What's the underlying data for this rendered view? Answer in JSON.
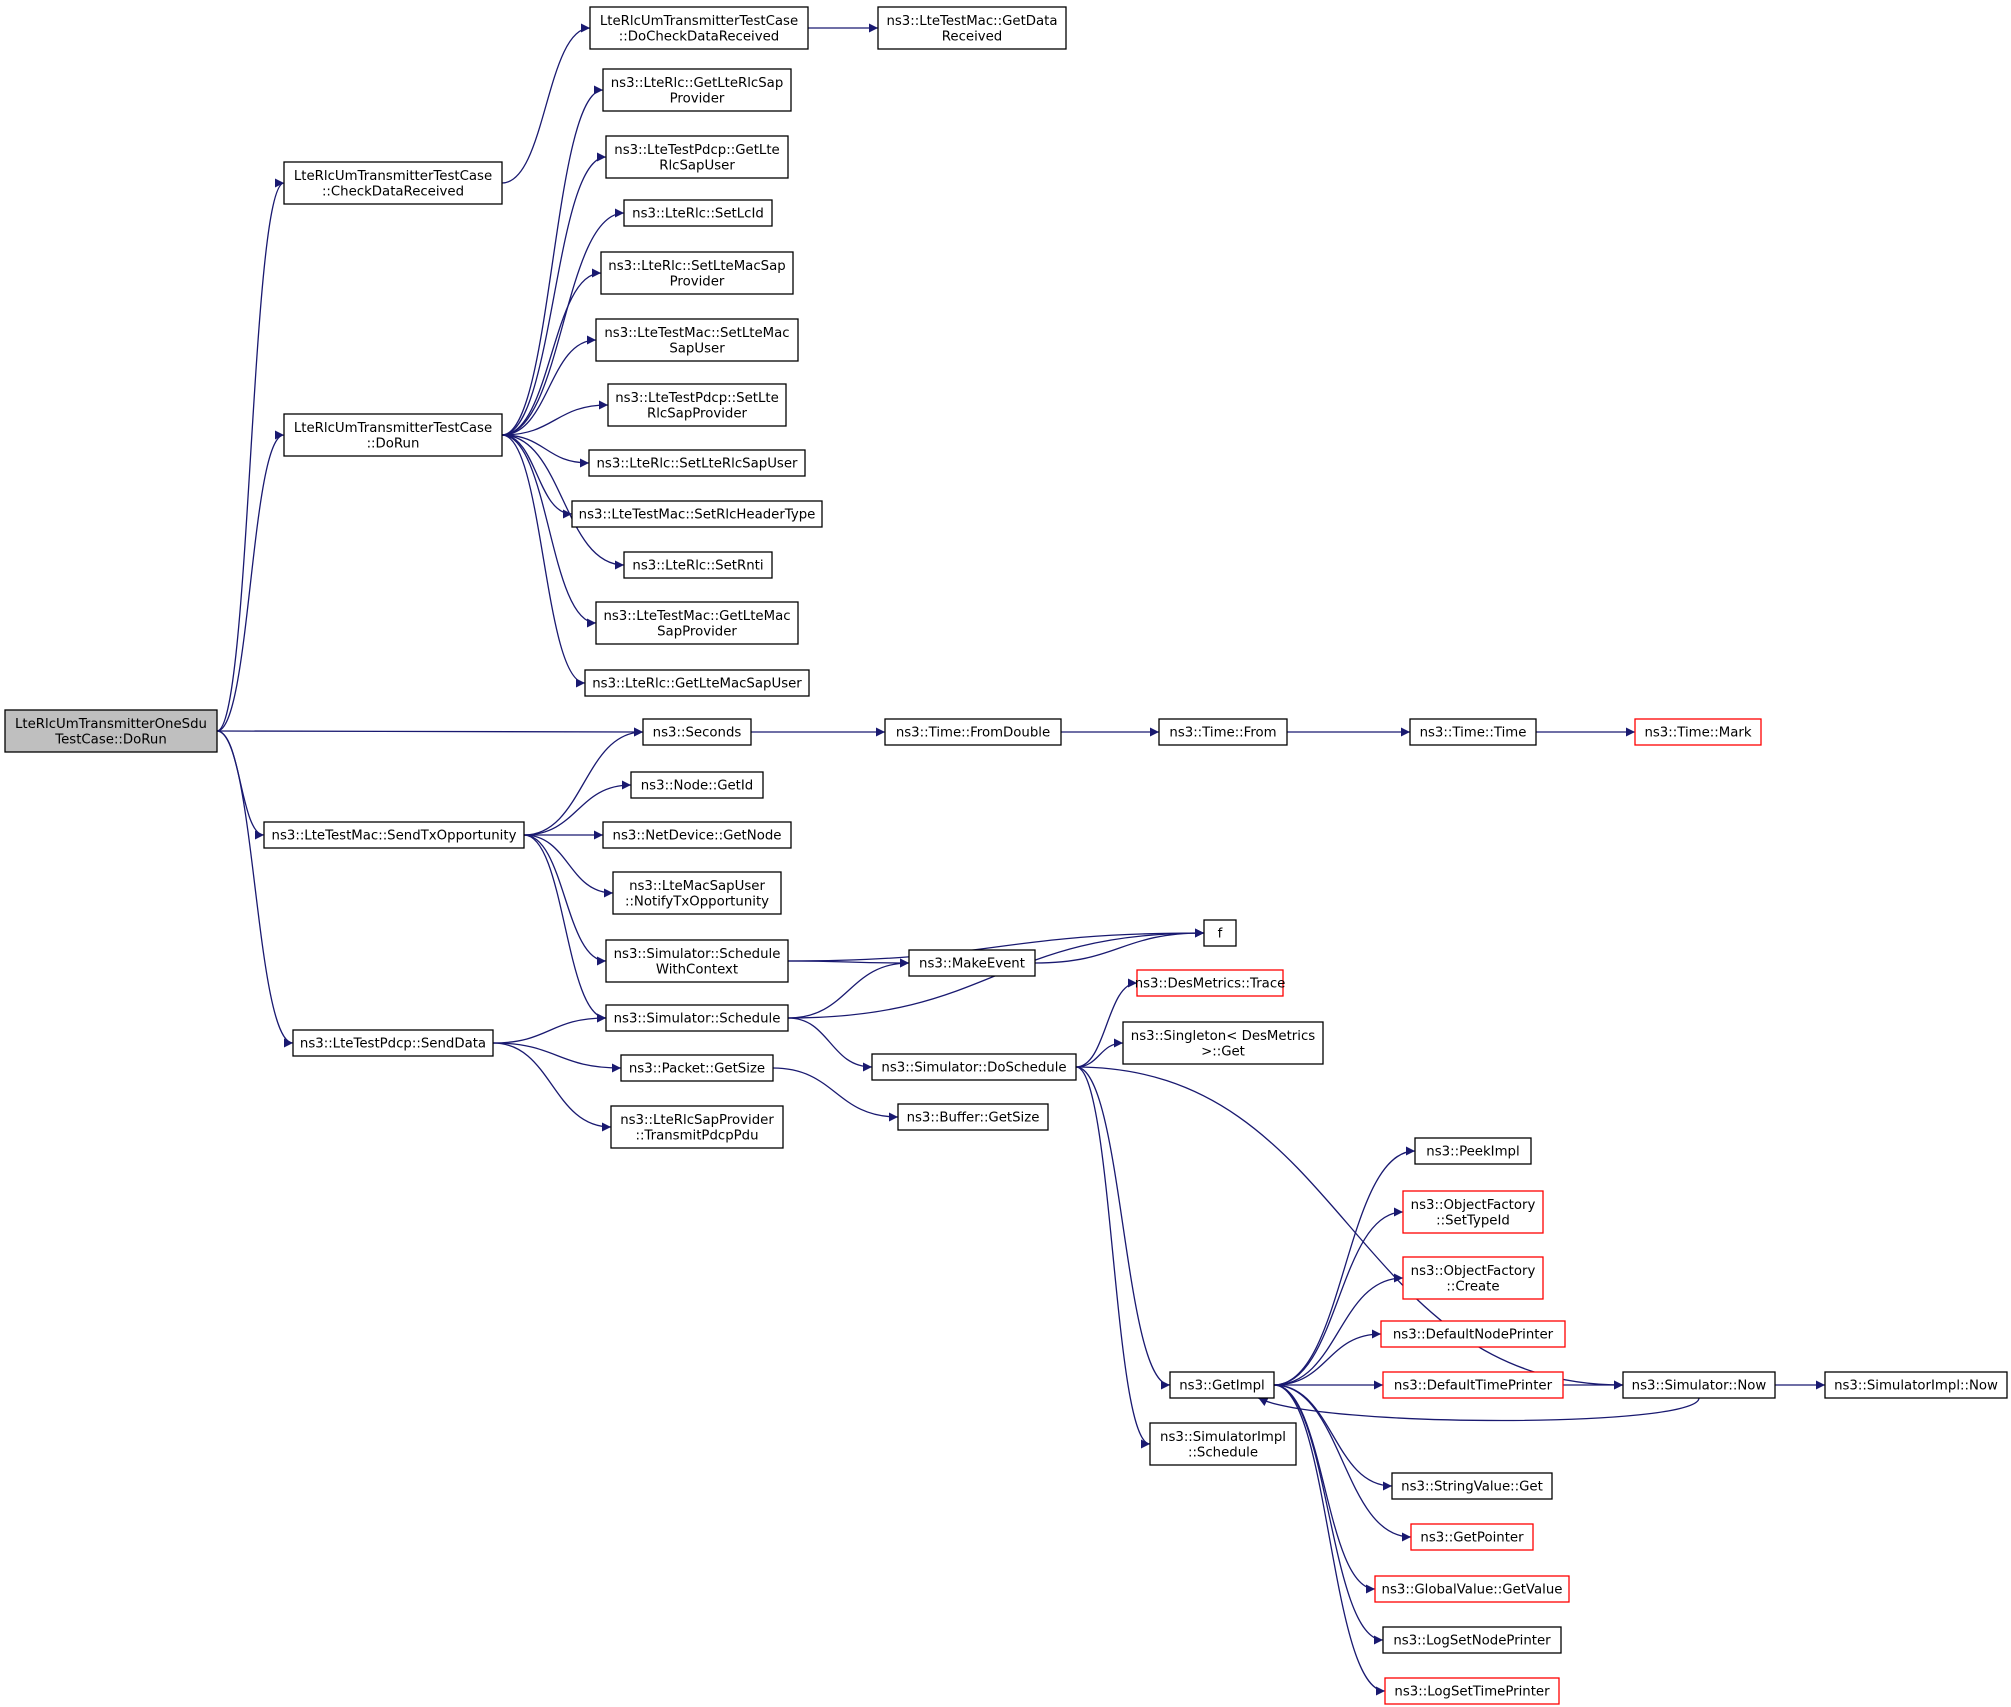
{
  "title": "",
  "colors": {
    "edge": "#191970",
    "node_border": "#000000",
    "incomplete_border": "#ff0000",
    "root_fill": "#bfbfbf",
    "node_fill": "#ffffff"
  },
  "nodes": [
    {
      "id": "root",
      "lines": [
        "LteRlcUmTransmitterOneSdu",
        "TestCase::DoRun"
      ],
      "style": "root"
    },
    {
      "id": "checkData",
      "lines": [
        "LteRlcUmTransmitterTestCase",
        "::CheckDataReceived"
      ]
    },
    {
      "id": "doCheck",
      "lines": [
        "LteRlcUmTransmitterTestCase",
        "::DoCheckDataReceived"
      ]
    },
    {
      "id": "getDataRecv",
      "lines": [
        "ns3::LteTestMac::GetData",
        "Received"
      ]
    },
    {
      "id": "doRun",
      "lines": [
        "LteRlcUmTransmitterTestCase",
        "::DoRun"
      ]
    },
    {
      "id": "getLteRlcSapProv",
      "lines": [
        "ns3::LteRlc::GetLteRlcSap",
        "Provider"
      ]
    },
    {
      "id": "getLteRlcSapUser",
      "lines": [
        "ns3::LteTestPdcp::GetLte",
        "RlcSapUser"
      ]
    },
    {
      "id": "setLcId",
      "lines": [
        "ns3::LteRlc::SetLcId"
      ]
    },
    {
      "id": "setLteMacSapProv",
      "lines": [
        "ns3::LteRlc::SetLteMacSap",
        "Provider"
      ]
    },
    {
      "id": "setLteMacSapUser",
      "lines": [
        "ns3::LteTestMac::SetLteMac",
        "SapUser"
      ]
    },
    {
      "id": "setLteRlcSapProv",
      "lines": [
        "ns3::LteTestPdcp::SetLte",
        "RlcSapProvider"
      ]
    },
    {
      "id": "setLteRlcSapUser",
      "lines": [
        "ns3::LteRlc::SetLteRlcSapUser"
      ]
    },
    {
      "id": "setRlcHeaderType",
      "lines": [
        "ns3::LteTestMac::SetRlcHeaderType"
      ]
    },
    {
      "id": "setRnti",
      "lines": [
        "ns3::LteRlc::SetRnti"
      ]
    },
    {
      "id": "getLteMacSapProv",
      "lines": [
        "ns3::LteTestMac::GetLteMac",
        "SapProvider"
      ]
    },
    {
      "id": "getLteMacSapUser",
      "lines": [
        "ns3::LteRlc::GetLteMacSapUser"
      ]
    },
    {
      "id": "seconds",
      "lines": [
        "ns3::Seconds"
      ]
    },
    {
      "id": "fromDouble",
      "lines": [
        "ns3::Time::FromDouble"
      ]
    },
    {
      "id": "from",
      "lines": [
        "ns3::Time::From"
      ]
    },
    {
      "id": "timeTime",
      "lines": [
        "ns3::Time::Time"
      ]
    },
    {
      "id": "timeMark",
      "lines": [
        "ns3::Time::Mark"
      ],
      "style": "incomplete"
    },
    {
      "id": "sendTx",
      "lines": [
        "ns3::LteTestMac::SendTxOpportunity"
      ]
    },
    {
      "id": "nodeGetId",
      "lines": [
        "ns3::Node::GetId"
      ]
    },
    {
      "id": "netDevGetNode",
      "lines": [
        "ns3::NetDevice::GetNode"
      ]
    },
    {
      "id": "notifyTx",
      "lines": [
        "ns3::LteMacSapUser",
        "::NotifyTxOpportunity"
      ]
    },
    {
      "id": "schedWithCtx",
      "lines": [
        "ns3::Simulator::Schedule",
        "WithContext"
      ]
    },
    {
      "id": "f",
      "lines": [
        "f"
      ]
    },
    {
      "id": "makeEvent",
      "lines": [
        "ns3::MakeEvent"
      ]
    },
    {
      "id": "simSchedule",
      "lines": [
        "ns3::Simulator::Schedule"
      ]
    },
    {
      "id": "sendData",
      "lines": [
        "ns3::LteTestPdcp::SendData"
      ]
    },
    {
      "id": "desTrace",
      "lines": [
        "ns3::DesMetrics::Trace"
      ],
      "style": "incomplete"
    },
    {
      "id": "singletonGet",
      "lines": [
        "ns3::Singleton< DesMetrics",
        ">::Get"
      ]
    },
    {
      "id": "doSchedule",
      "lines": [
        "ns3::Simulator::DoSchedule"
      ]
    },
    {
      "id": "packetGetSize",
      "lines": [
        "ns3::Packet::GetSize"
      ]
    },
    {
      "id": "bufferGetSize",
      "lines": [
        "ns3::Buffer::GetSize"
      ]
    },
    {
      "id": "transmitPdcp",
      "lines": [
        "ns3::LteRlcSapProvider",
        "::TransmitPdcpPdu"
      ]
    },
    {
      "id": "peekImpl",
      "lines": [
        "ns3::PeekImpl"
      ]
    },
    {
      "id": "ofSetTypeId",
      "lines": [
        "ns3::ObjectFactory",
        "::SetTypeId"
      ],
      "style": "incomplete"
    },
    {
      "id": "ofCreate",
      "lines": [
        "ns3::ObjectFactory",
        "::Create"
      ],
      "style": "incomplete"
    },
    {
      "id": "defNodePrinter",
      "lines": [
        "ns3::DefaultNodePrinter"
      ],
      "style": "incomplete"
    },
    {
      "id": "getImpl",
      "lines": [
        "ns3::GetImpl"
      ]
    },
    {
      "id": "defTimePrinter",
      "lines": [
        "ns3::DefaultTimePrinter"
      ],
      "style": "incomplete"
    },
    {
      "id": "simNow",
      "lines": [
        "ns3::Simulator::Now"
      ]
    },
    {
      "id": "simImplNow",
      "lines": [
        "ns3::SimulatorImpl::Now"
      ]
    },
    {
      "id": "simImplSchedule",
      "lines": [
        "ns3::SimulatorImpl",
        "::Schedule"
      ]
    },
    {
      "id": "stringValueGet",
      "lines": [
        "ns3::StringValue::Get"
      ]
    },
    {
      "id": "getPointer",
      "lines": [
        "ns3::GetPointer"
      ],
      "style": "incomplete"
    },
    {
      "id": "globalValueGet",
      "lines": [
        "ns3::GlobalValue::GetValue"
      ],
      "style": "incomplete"
    },
    {
      "id": "logSetNode",
      "lines": [
        "ns3::LogSetNodePrinter"
      ]
    },
    {
      "id": "logSetTime",
      "lines": [
        "ns3::LogSetTimePrinter"
      ],
      "style": "incomplete"
    }
  ],
  "edges": [
    [
      "root",
      "checkData"
    ],
    [
      "root",
      "doRun"
    ],
    [
      "root",
      "seconds"
    ],
    [
      "root",
      "sendTx"
    ],
    [
      "root",
      "sendData"
    ],
    [
      "checkData",
      "doCheck"
    ],
    [
      "doCheck",
      "getDataRecv"
    ],
    [
      "doRun",
      "getLteRlcSapProv"
    ],
    [
      "doRun",
      "getLteRlcSapUser"
    ],
    [
      "doRun",
      "setLcId"
    ],
    [
      "doRun",
      "setLteMacSapProv"
    ],
    [
      "doRun",
      "setLteMacSapUser"
    ],
    [
      "doRun",
      "setLteRlcSapProv"
    ],
    [
      "doRun",
      "setLteRlcSapUser"
    ],
    [
      "doRun",
      "setRlcHeaderType"
    ],
    [
      "doRun",
      "setRnti"
    ],
    [
      "doRun",
      "getLteMacSapProv"
    ],
    [
      "doRun",
      "getLteMacSapUser"
    ],
    [
      "seconds",
      "fromDouble"
    ],
    [
      "fromDouble",
      "from"
    ],
    [
      "from",
      "timeTime"
    ],
    [
      "timeTime",
      "timeMark"
    ],
    [
      "sendTx",
      "seconds"
    ],
    [
      "sendTx",
      "nodeGetId"
    ],
    [
      "sendTx",
      "netDevGetNode"
    ],
    [
      "sendTx",
      "notifyTx"
    ],
    [
      "sendTx",
      "schedWithCtx"
    ],
    [
      "sendTx",
      "simSchedule"
    ],
    [
      "schedWithCtx",
      "f"
    ],
    [
      "schedWithCtx",
      "makeEvent"
    ],
    [
      "makeEvent",
      "f"
    ],
    [
      "simSchedule",
      "makeEvent"
    ],
    [
      "simSchedule",
      "f"
    ],
    [
      "simSchedule",
      "doSchedule"
    ],
    [
      "sendData",
      "simSchedule"
    ],
    [
      "sendData",
      "packetGetSize"
    ],
    [
      "sendData",
      "transmitPdcp"
    ],
    [
      "packetGetSize",
      "bufferGetSize"
    ],
    [
      "doSchedule",
      "desTrace"
    ],
    [
      "doSchedule",
      "singletonGet"
    ],
    [
      "doSchedule",
      "simNow"
    ],
    [
      "doSchedule",
      "getImpl"
    ],
    [
      "doSchedule",
      "simImplSchedule"
    ],
    [
      "getImpl",
      "peekImpl"
    ],
    [
      "getImpl",
      "ofSetTypeId"
    ],
    [
      "getImpl",
      "ofCreate"
    ],
    [
      "getImpl",
      "defNodePrinter"
    ],
    [
      "getImpl",
      "defTimePrinter"
    ],
    [
      "getImpl",
      "stringValueGet"
    ],
    [
      "getImpl",
      "getPointer"
    ],
    [
      "getImpl",
      "globalValueGet"
    ],
    [
      "getImpl",
      "logSetNode"
    ],
    [
      "getImpl",
      "logSetTime"
    ],
    [
      "defTimePrinter",
      "simNow"
    ],
    [
      "simNow",
      "simImplNow"
    ],
    [
      "simNow",
      "getImpl"
    ]
  ]
}
